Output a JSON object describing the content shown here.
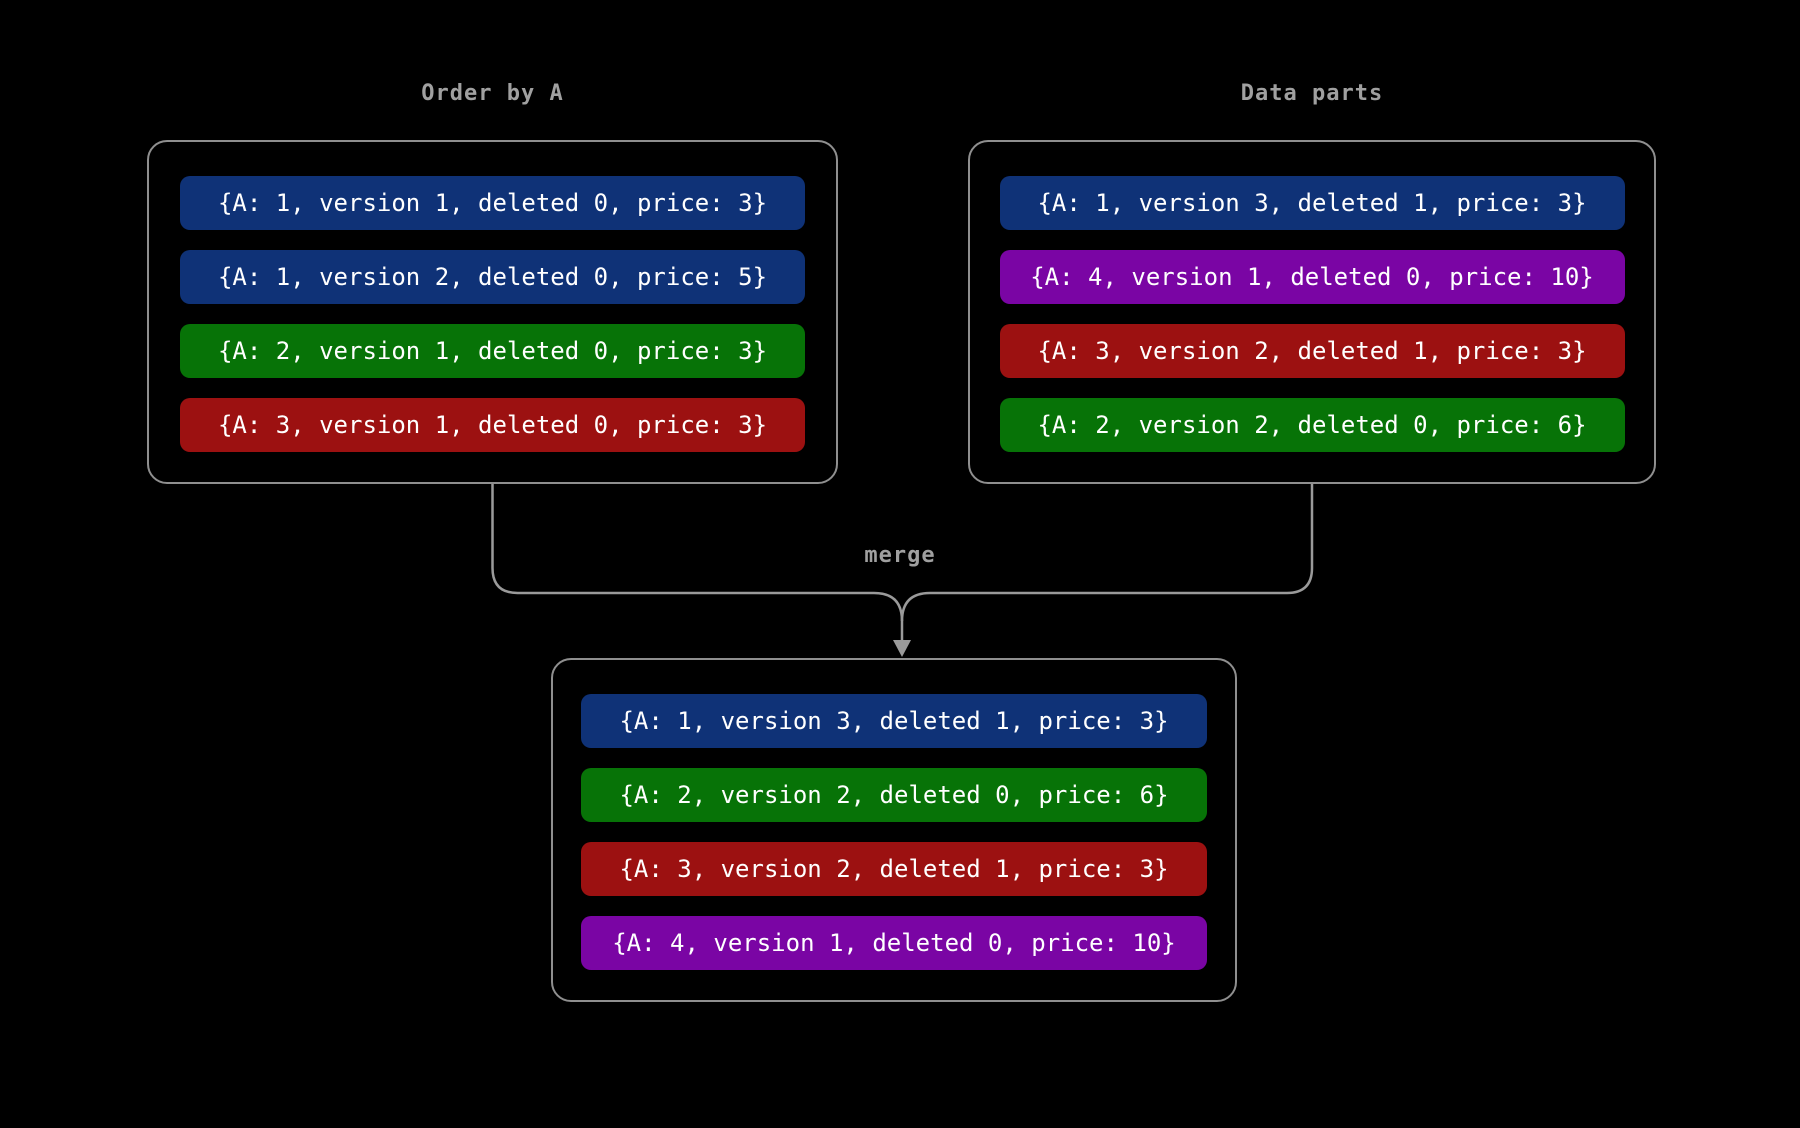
{
  "colors": {
    "background": "#000000",
    "panel_border": "#8f8f8f",
    "connector": "#9a9a9a",
    "label_text": "#a0a0a0",
    "row_text": "#ffffff",
    "blue": "#0f3277",
    "green": "#077307",
    "red": "#9c1111",
    "purple": "#7a05a4"
  },
  "labels": {
    "merge": "merge"
  },
  "panels": {
    "order_by_a": {
      "title": "Order by A",
      "rows": [
        {
          "text": "{A: 1, version 1, deleted 0, price: 3}",
          "color": "#0f3277"
        },
        {
          "text": "{A: 1, version 2, deleted 0, price: 5}",
          "color": "#0f3277"
        },
        {
          "text": "{A: 2, version 1, deleted 0, price: 3}",
          "color": "#077307"
        },
        {
          "text": "{A: 3, version 1, deleted 0, price: 3}",
          "color": "#9c1111"
        }
      ]
    },
    "data_parts": {
      "title": "Data parts",
      "rows": [
        {
          "text": "{A: 1, version 3, deleted 1, price: 3}",
          "color": "#0f3277"
        },
        {
          "text": "{A: 4, version 1, deleted 0, price: 10}",
          "color": "#7a05a4"
        },
        {
          "text": "{A: 3, version 2, deleted 1, price: 3}",
          "color": "#9c1111"
        },
        {
          "text": "{A: 2, version 2, deleted 0, price: 6}",
          "color": "#077307"
        }
      ]
    },
    "merged": {
      "rows": [
        {
          "text": "{A: 1, version 3, deleted 1, price: 3}",
          "color": "#0f3277"
        },
        {
          "text": "{A: 2, version 2, deleted 0, price: 6}",
          "color": "#077307"
        },
        {
          "text": "{A: 3, version 2, deleted 1, price: 3}",
          "color": "#9c1111"
        },
        {
          "text": "{A: 4, version 1, deleted 0, price: 10}",
          "color": "#7a05a4"
        }
      ]
    }
  }
}
